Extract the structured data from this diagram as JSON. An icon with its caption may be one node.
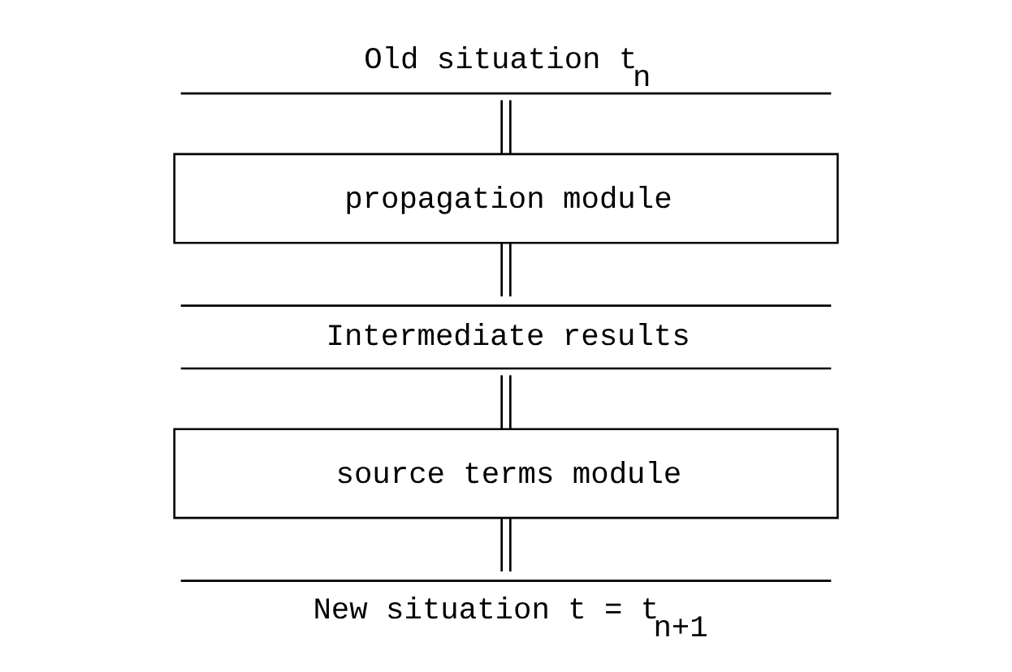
{
  "diagram": {
    "nodes": [
      {
        "text": [
          "Old situation t$_{n}$"
        ]
      },
      {
        "text": [
          "propagation module"
        ]
      },
      {
        "text": [
          "Intermediate results"
        ]
      },
      {
        "text": [
          "source terms module"
        ]
      },
      {
        "text": [
          "New situation t = t$_{n+1}$"
        ]
      }
    ],
    "edges": [
      {
        "from": 0,
        "to": 1,
        "arrow": "none"
      },
      {
        "from": 1,
        "to": 2,
        "arrow": "none"
      },
      {
        "from": 2,
        "to": 3,
        "arrow": "none"
      },
      {
        "from": 3,
        "to": 4,
        "arrow": "none"
      }
    ]
  }
}
